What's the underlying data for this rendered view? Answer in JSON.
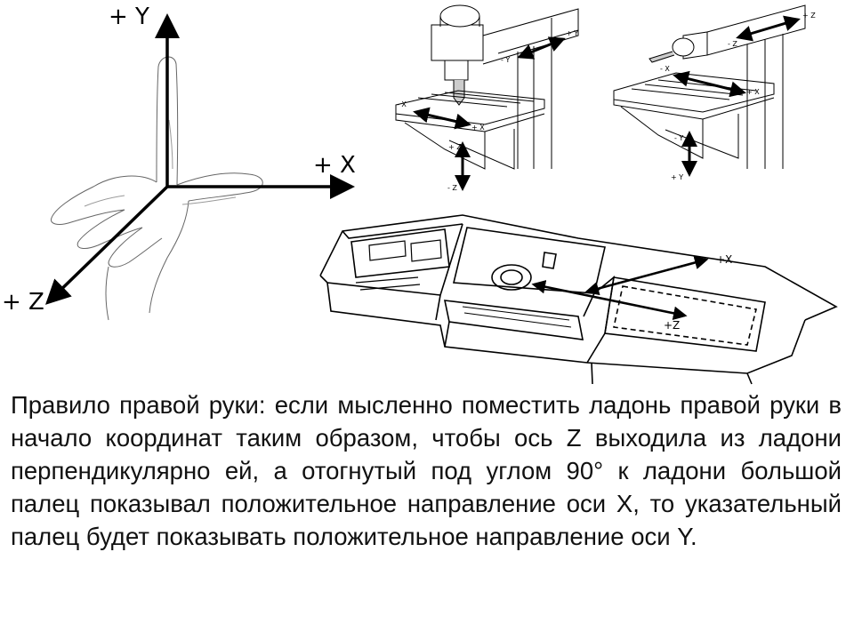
{
  "hand_diagram": {
    "axis_y": "+ Y",
    "axis_x": "+ X",
    "axis_z": "+ Z"
  },
  "vertical_mill": {
    "plus_y": "+ Y",
    "minus_y": "- Y",
    "minus_x": "- X",
    "plus_x": "+ X",
    "plus_z": "+ Z",
    "minus_z": "- Z"
  },
  "horizontal_mill": {
    "plus_z": "+ Z",
    "minus_z": "- Z",
    "minus_x": "- X",
    "plus_x": "+ X",
    "minus_y": "- Y",
    "plus_y": "+ Y"
  },
  "lathe": {
    "plus_x": "+X",
    "plus_z": "+Z"
  },
  "caption": "Правило правой руки: если мысленно поместить ладонь правой руки в начало координат таким образом, чтобы ось Z выходила из ладони перпендикулярно ей, а отогнутый под углом 90° к ладони большой палец показывал положительное направление оси X, то указательный палец будет показывать положительное направление оси Y."
}
